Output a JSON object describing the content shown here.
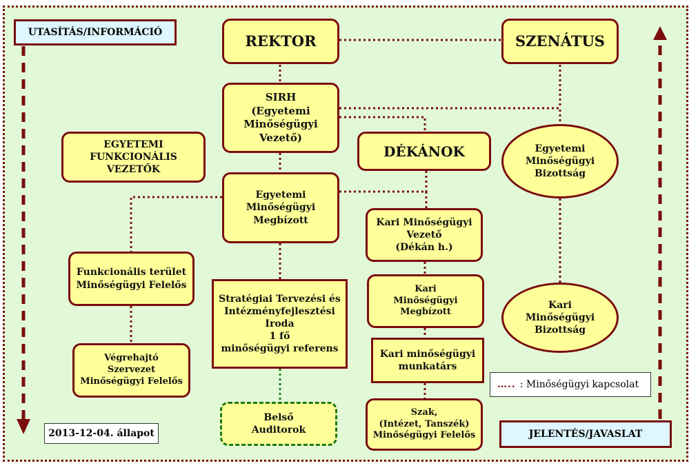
{
  "corner_labels": {
    "instruction": "UTASÍTÁS/INFORMÁCIÓ",
    "report": "JELENTÉS/JAVASLAT",
    "date": "2013-12-04. állapot"
  },
  "legend": {
    "symbol": "…..",
    "text": ": Minőségügyi kapcsolat"
  },
  "nodes": {
    "rektor": "REKTOR",
    "szenatus": "SZENÁTUS",
    "sirh": "SIRH\n(Egyetemi\nMinőségügyi\nVezető)",
    "dekanok": "DÉKÁNOK",
    "egyetemi_funkcionalis": "EGYETEMI\nFUNKCIONÁLIS\nVEZETŐK",
    "egyetemi_bizottsag": "Egyetemi\nMinőségügyi\nBizottság",
    "egyetemi_megbizott": "Egyetemi\nMinőségügyi\nMegbízott",
    "kari_vezeto": "Kari Minőségügyi\nVezető\n(Dékán h.)",
    "funkcionalis_felelos": "Funkcionális terület\nMinőségügyi Felelős",
    "strategiai_iroda": "Stratégiai Tervezési és\nIntézményfejlesztési\nIroda\n1 fő\nminőségügyi referens",
    "kari_megbizott": "Kari\nMinőségügyi\nMegbízott",
    "kari_bizottsag": "Kari\nMinőségügyi\nBizottság",
    "kari_munkatars": "Kari minőségügyi\nmunkatárs",
    "vegrehajto": "Végrehajtó\nSzervezet\nMinőségügyi Felelős",
    "belso_auditorok": "Belső\nAuditorok",
    "szak_felelos": "Szak,\n(Intézet, Tanszék)\nMinőségügyi Felelős"
  },
  "colors": {
    "background": "#e2f9d8",
    "box_fill": "#ffff99",
    "border": "#7a0d0d",
    "label_fill": "#ddf6ff",
    "audit_border": "#1a7a1a"
  }
}
